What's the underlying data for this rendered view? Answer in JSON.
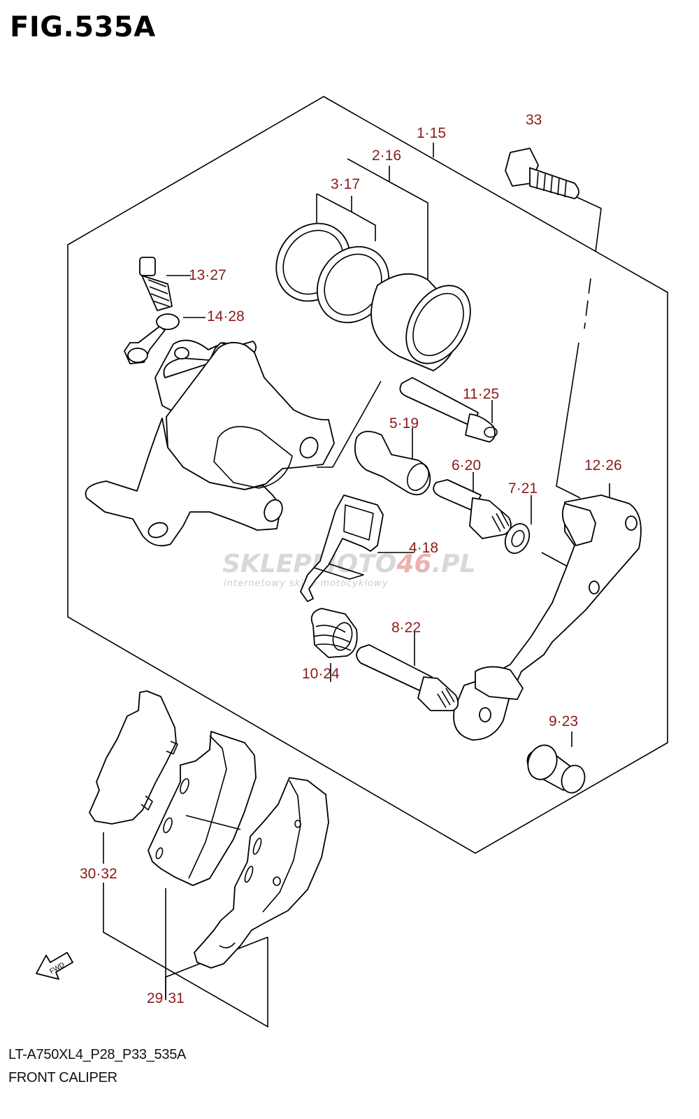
{
  "figure": {
    "title": "FIG.535A",
    "code": "LT-A750XL4_P28_P33_535A",
    "name": "FRONT CALIPER"
  },
  "callouts": [
    {
      "id": "c1",
      "text": "1·15"
    },
    {
      "id": "c2",
      "text": "2·16"
    },
    {
      "id": "c3",
      "text": "3·17"
    },
    {
      "id": "c33",
      "text": "33"
    },
    {
      "id": "c13",
      "text": "13·27"
    },
    {
      "id": "c14",
      "text": "14·28"
    },
    {
      "id": "c11",
      "text": "11·25"
    },
    {
      "id": "c5",
      "text": "5·19"
    },
    {
      "id": "c6",
      "text": "6·20"
    },
    {
      "id": "c7",
      "text": "7·21"
    },
    {
      "id": "c12",
      "text": "12·26"
    },
    {
      "id": "c4",
      "text": "4·18"
    },
    {
      "id": "c8",
      "text": "8·22"
    },
    {
      "id": "c10",
      "text": "10·24"
    },
    {
      "id": "c9",
      "text": "9·23"
    },
    {
      "id": "c30",
      "text": "30·32"
    },
    {
      "id": "c29",
      "text": "29·31"
    }
  ],
  "fwd_label": "FWD",
  "watermark": {
    "brand_a": "SKLEP",
    "brand_b": "MOTO",
    "brand_c": "46",
    "brand_d": ".PL",
    "tagline": "internetowy sklep motocyklowy"
  },
  "colors": {
    "callout": "#8b1a1a",
    "line": "#000000",
    "watermark": "#cfcfcf"
  }
}
